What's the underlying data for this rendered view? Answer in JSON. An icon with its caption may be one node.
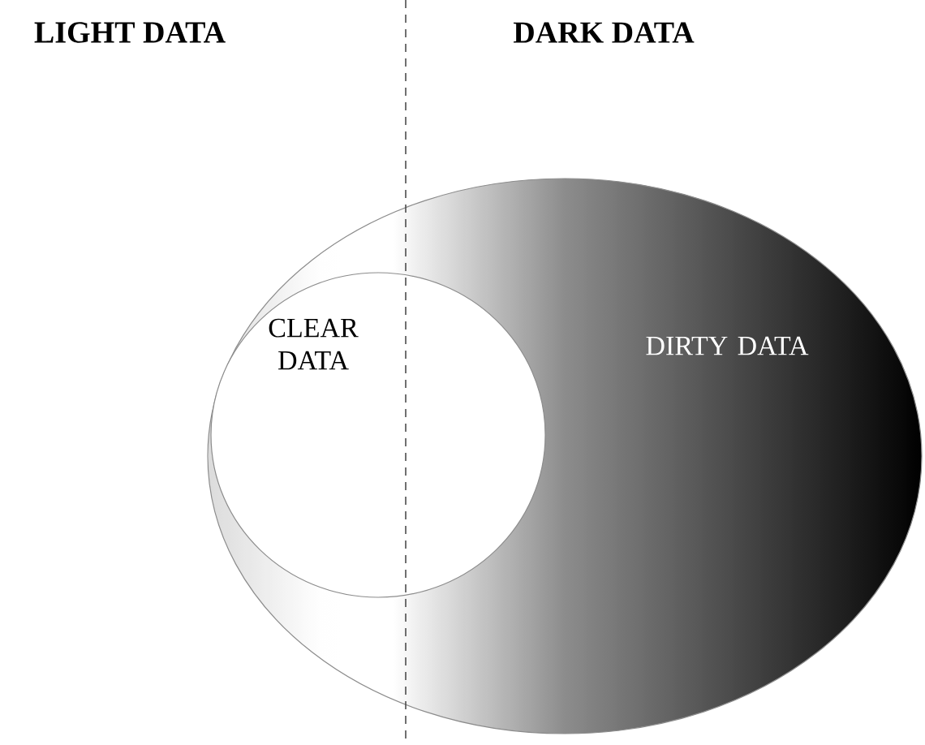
{
  "diagram": {
    "nodes": [
      {
        "text": [
          "DIRTY DATA"
        ]
      },
      {
        "text": [
          "CLEAR DATA"
        ],
        "in": 0
      }
    ],
    "labels": [
      "LIGHT DATA",
      "DARK DATA"
    ]
  }
}
